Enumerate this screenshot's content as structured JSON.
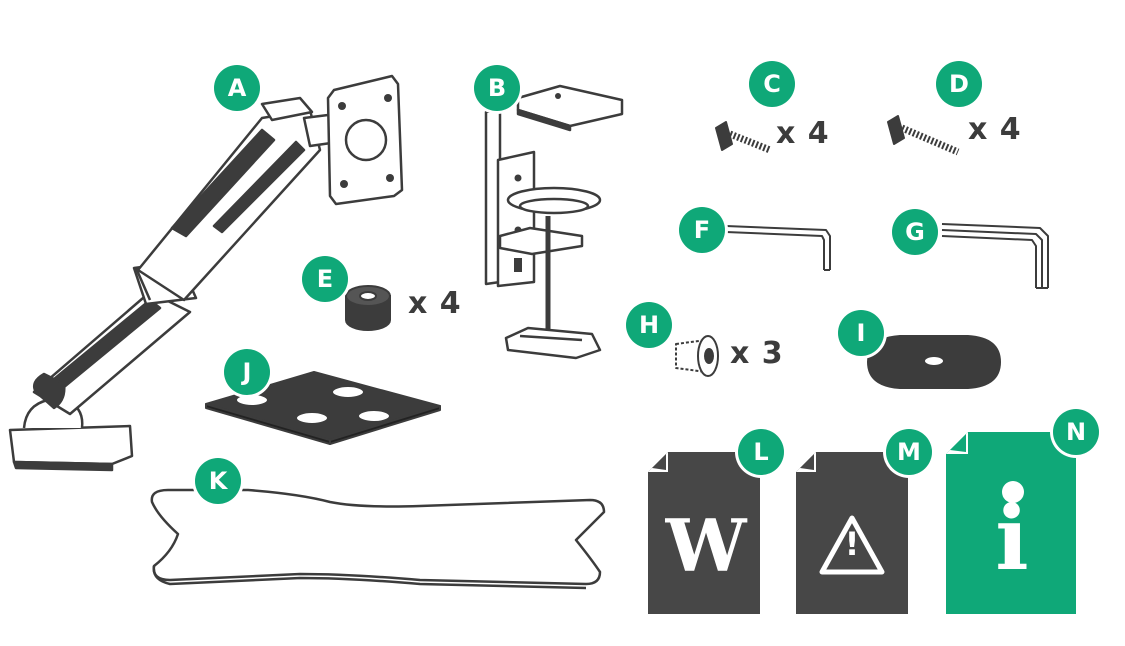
{
  "colors": {
    "badge": "#0fa878",
    "ink": "#3c3c3c",
    "dark_doc": "#474747",
    "info_doc": "#0fa878",
    "fill_light": "#ffffff"
  },
  "parts": {
    "A": {
      "label": "A",
      "icon": "monitor-arm-icon"
    },
    "B": {
      "label": "B",
      "icon": "desk-clamp-icon"
    },
    "C": {
      "label": "C",
      "icon": "short-screw-icon",
      "qty": "x 4"
    },
    "D": {
      "label": "D",
      "icon": "long-screw-icon",
      "qty": "x 4"
    },
    "E": {
      "label": "E",
      "icon": "spacer-icon",
      "qty": "x 4"
    },
    "F": {
      "label": "F",
      "icon": "small-allen-key-icon"
    },
    "G": {
      "label": "G",
      "icon": "large-allen-key-icon"
    },
    "H": {
      "label": "H",
      "icon": "flat-head-screw-icon",
      "qty": "x 3"
    },
    "I": {
      "label": "I",
      "icon": "rubber-pad-icon"
    },
    "J": {
      "label": "J",
      "icon": "base-plate-icon"
    },
    "K": {
      "label": "K",
      "icon": "cable-strap-icon"
    },
    "L": {
      "label": "L",
      "icon": "warranty-document-icon",
      "glyph": "W"
    },
    "M": {
      "label": "M",
      "icon": "warning-document-icon",
      "glyph": "!"
    },
    "N": {
      "label": "N",
      "icon": "info-document-icon",
      "glyph": "i"
    }
  }
}
